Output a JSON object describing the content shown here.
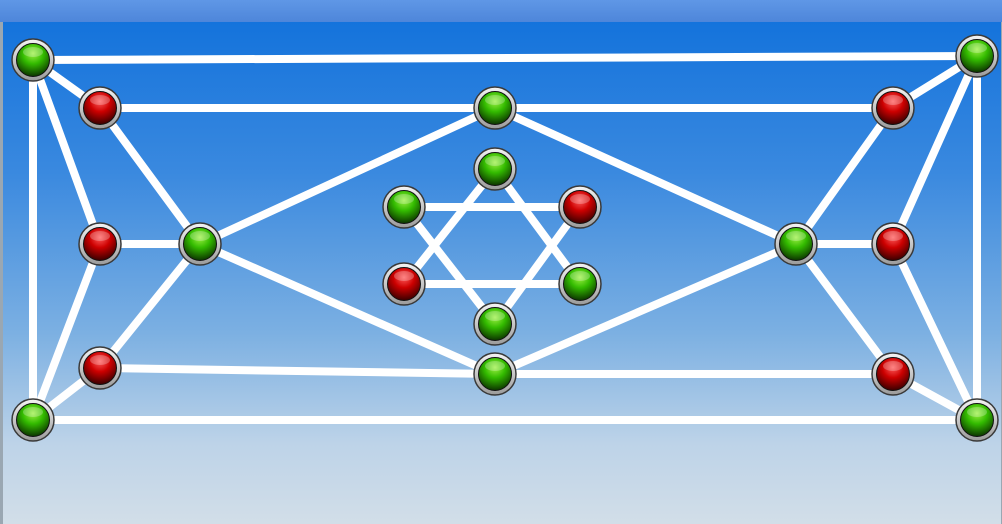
{
  "colors": {
    "edge": "#ffffff",
    "node_green": "#33bb00",
    "node_red": "#cc0000",
    "ring": "#e6e6e6"
  },
  "board": {
    "nodes": [
      {
        "id": "n1",
        "state": "green"
      },
      {
        "id": "n2",
        "state": "green"
      },
      {
        "id": "n3",
        "state": "green"
      },
      {
        "id": "n4",
        "state": "green"
      },
      {
        "id": "n5",
        "state": "red"
      },
      {
        "id": "n6",
        "state": "red"
      },
      {
        "id": "n7",
        "state": "red"
      },
      {
        "id": "n8",
        "state": "red"
      },
      {
        "id": "n9",
        "state": "red"
      },
      {
        "id": "n10",
        "state": "red"
      },
      {
        "id": "n11",
        "state": "green"
      },
      {
        "id": "n12",
        "state": "green"
      },
      {
        "id": "n13",
        "state": "green"
      },
      {
        "id": "n14",
        "state": "green"
      },
      {
        "id": "n15",
        "state": "green"
      },
      {
        "id": "n16",
        "state": "red"
      },
      {
        "id": "n17",
        "state": "green"
      },
      {
        "id": "n18",
        "state": "green"
      },
      {
        "id": "n19",
        "state": "red"
      },
      {
        "id": "n20",
        "state": "green"
      }
    ],
    "edges": [
      [
        "n1",
        "n2"
      ],
      [
        "n2",
        "n4"
      ],
      [
        "n4",
        "n3"
      ],
      [
        "n3",
        "n1"
      ],
      [
        "n1",
        "n5"
      ],
      [
        "n5",
        "n11"
      ],
      [
        "n11",
        "n6"
      ],
      [
        "n6",
        "n1"
      ],
      [
        "n11",
        "n7"
      ],
      [
        "n7",
        "n3"
      ],
      [
        "n3",
        "n6"
      ],
      [
        "n5",
        "n13"
      ],
      [
        "n7",
        "n14"
      ],
      [
        "n2",
        "n8"
      ],
      [
        "n8",
        "n12"
      ],
      [
        "n12",
        "n9"
      ],
      [
        "n9",
        "n2"
      ],
      [
        "n12",
        "n10"
      ],
      [
        "n10",
        "n4"
      ],
      [
        "n4",
        "n9"
      ],
      [
        "n13",
        "n8"
      ],
      [
        "n14",
        "n10"
      ],
      [
        "n11",
        "n13"
      ],
      [
        "n13",
        "n12"
      ],
      [
        "n12",
        "n14"
      ],
      [
        "n14",
        "n11"
      ],
      [
        "n15",
        "n19"
      ],
      [
        "n19",
        "n18"
      ],
      [
        "n18",
        "n15"
      ],
      [
        "n17",
        "n16"
      ],
      [
        "n16",
        "n20"
      ],
      [
        "n20",
        "n17"
      ]
    ]
  }
}
